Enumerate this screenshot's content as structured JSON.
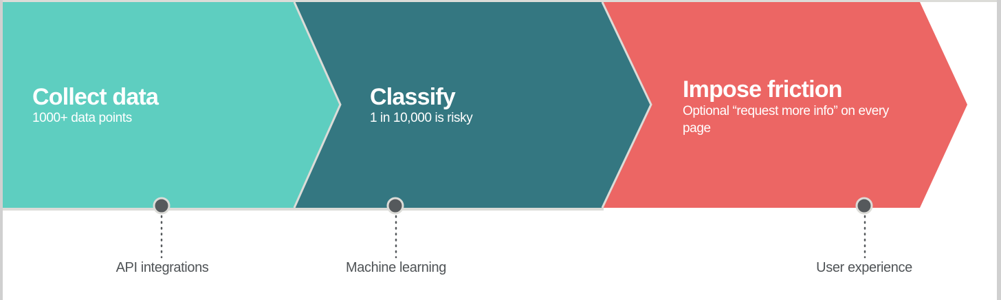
{
  "colors": {
    "teal": "#5ecec0",
    "dark_teal": "#347781",
    "coral": "#ec6664",
    "separator": "#dcdcd8",
    "marker": "#55595c",
    "label_text": "#4f5356"
  },
  "stages": [
    {
      "title": "Collect data",
      "subtitle": "1000+ data points",
      "marker_label": "API integrations"
    },
    {
      "title": "Classify",
      "subtitle": "1 in 10,000 is risky",
      "marker_label": "Machine learning"
    },
    {
      "title": "Impose friction",
      "subtitle": "Optional “request more info” on every page",
      "marker_label": "User experience"
    }
  ]
}
